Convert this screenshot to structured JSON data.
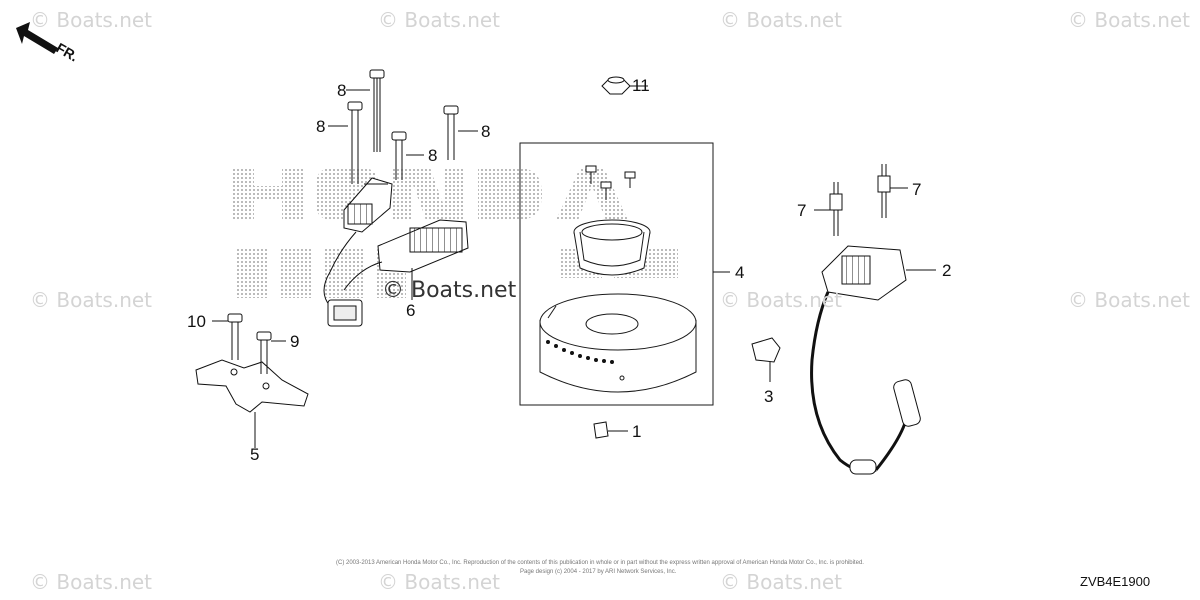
{
  "watermark": "© Boats.net",
  "direction_label": "FR.",
  "callouts": {
    "c1": "1",
    "c2": "2",
    "c3": "3",
    "c4": "4",
    "c5": "5",
    "c6": "6",
    "c7a": "7",
    "c7b": "7",
    "c8a": "8",
    "c8b": "8",
    "c8c": "8",
    "c8d": "8",
    "c9": "9",
    "c10": "10",
    "c11": "11"
  },
  "footer": {
    "line1": "(C) 2003-2013 American Honda Motor Co., Inc. Reproduction of the contents of this publication in whole or in part without the express written approval of American Honda Motor Co., Inc. is prohibited.",
    "line2": "Page design (c) 2004 - 2017 by ARI Network Services, Inc."
  },
  "diagram_code": "ZVB4E1900",
  "colors": {
    "line": "#1a1a1a",
    "watermark": "#d4d4d4",
    "halftone": "#9a9a9a"
  }
}
